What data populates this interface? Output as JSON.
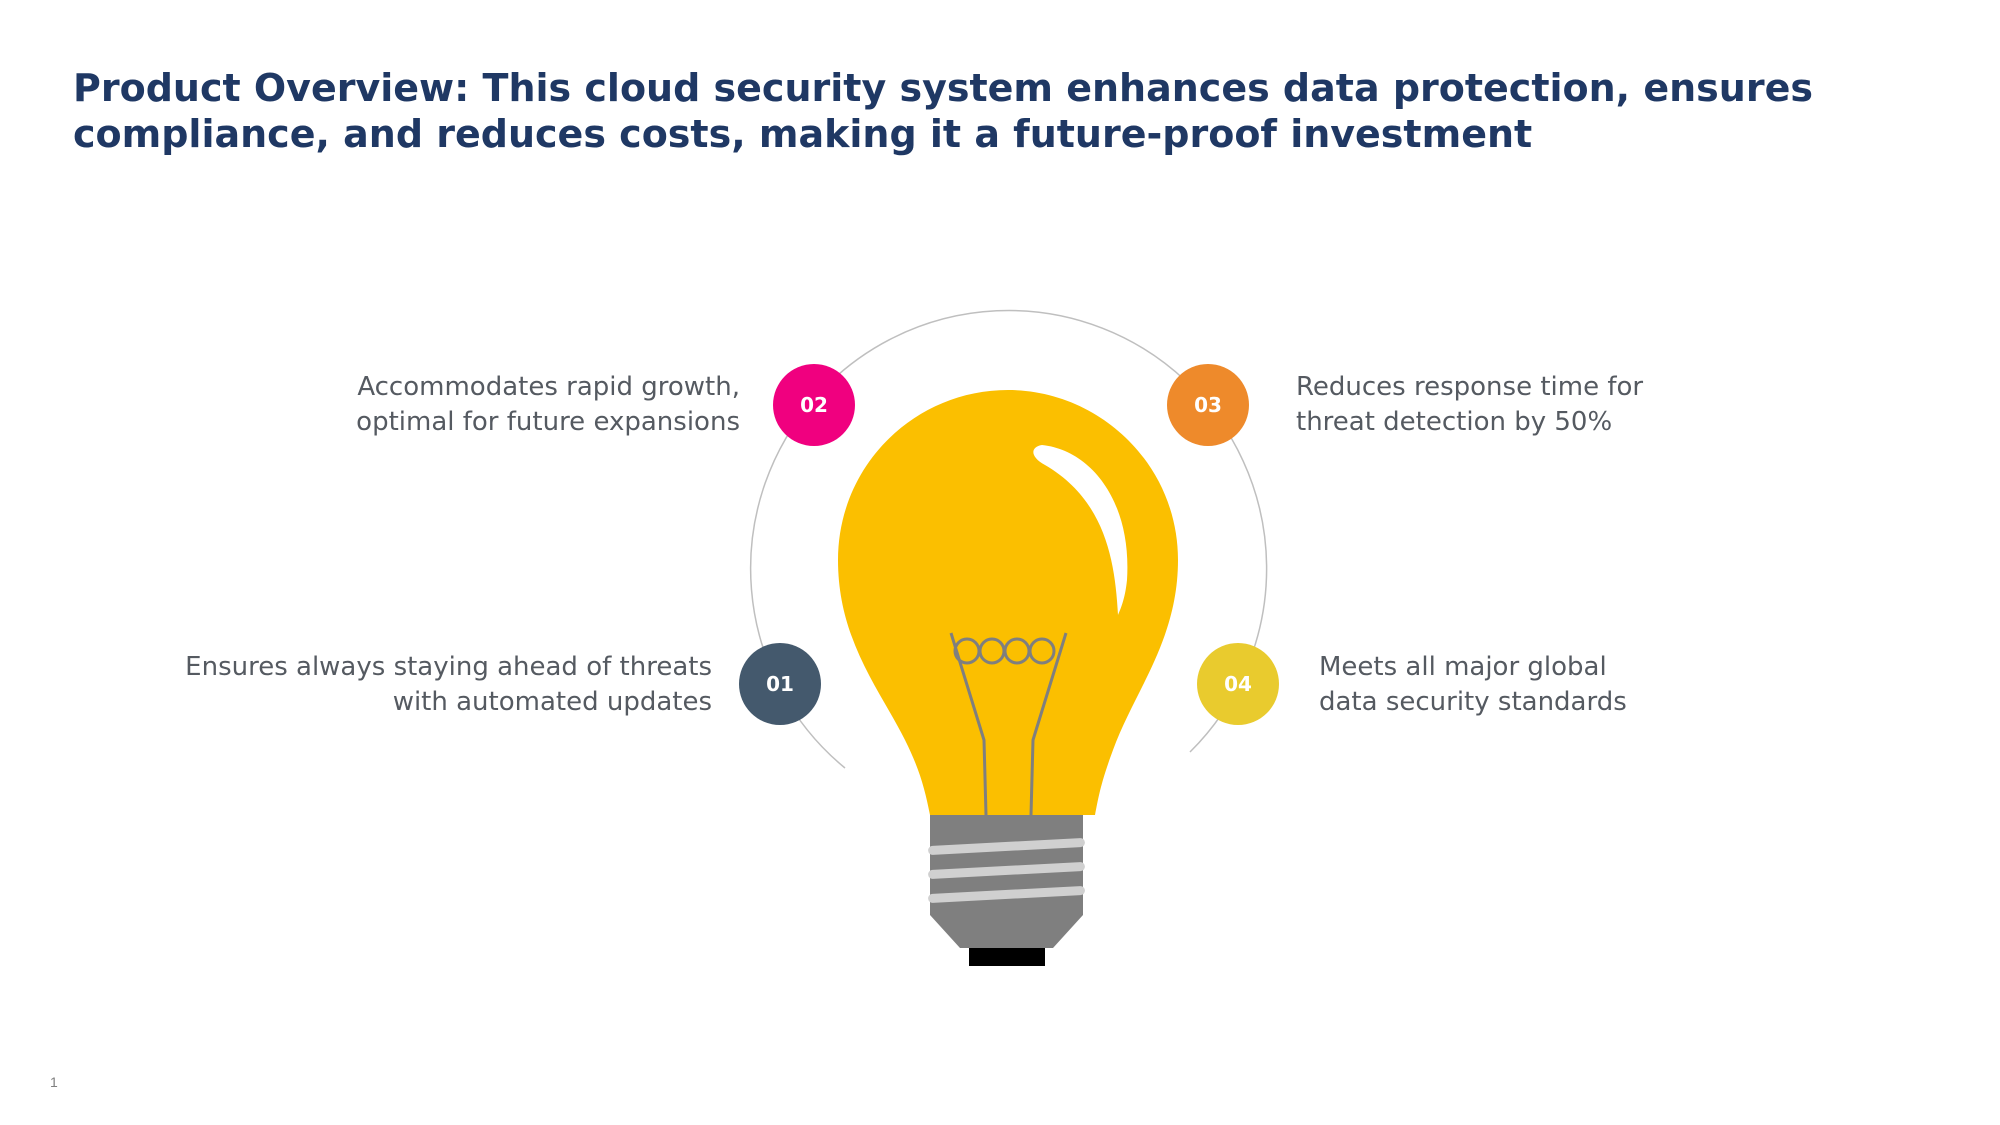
{
  "slide": {
    "title": "Product Overview: This cloud security system enhances data protection, ensures compliance, and reduces costs, making it a future-proof investment",
    "page_number": "1"
  },
  "diagram": {
    "central_icon": "lightbulb-icon",
    "colors": {
      "bulb": "#fbbf00",
      "bulb_highlight": "#ffffff",
      "filament": "#7f7f7f",
      "base_dark": "#7f7f7f",
      "base_light": "#d0d0d0",
      "base_tip": "#000000",
      "arc": "#bfbfbf"
    },
    "items": [
      {
        "number": "01",
        "text_line1": "Ensures always staying ahead of threats",
        "text_line2": "with automated updates",
        "color": "#44596d"
      },
      {
        "number": "02",
        "text_line1": "Accommodates rapid growth,",
        "text_line2": "optimal for future expansions",
        "color": "#f0007f"
      },
      {
        "number": "03",
        "text_line1": "Reduces response time for",
        "text_line2": "threat detection by 50%",
        "color": "#ee8a2b"
      },
      {
        "number": "04",
        "text_line1": "Meets all major global",
        "text_line2": "data security standards",
        "color": "#e9cb2e"
      }
    ]
  }
}
